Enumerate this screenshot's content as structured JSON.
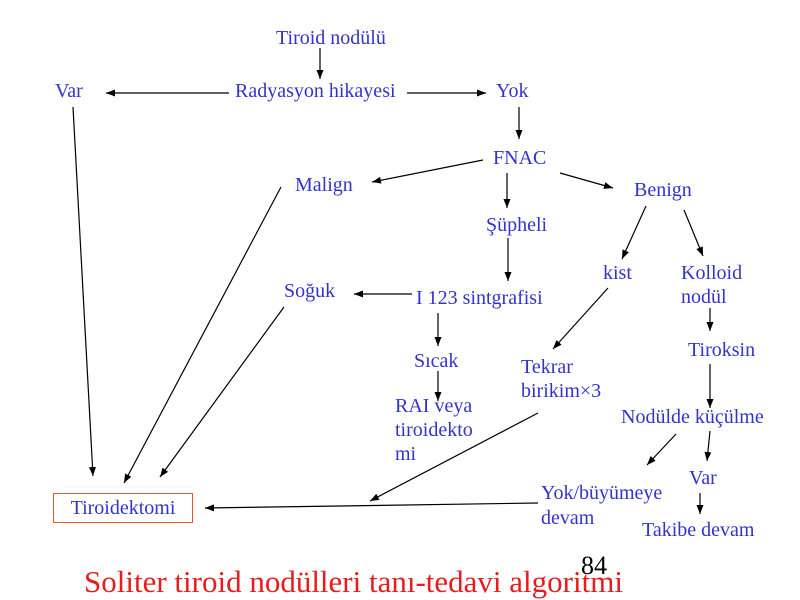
{
  "slide": {
    "title": "Soliter tiroid nodülleri tanı-tedavi algoritmi",
    "page_number": "84"
  },
  "colors": {
    "node_text": "#3333cc",
    "title": "#e81c1c",
    "box_border": "#e8562a",
    "arrow": "#000000"
  },
  "nodes": {
    "tiroid_nodulu": "Tiroid nodülü",
    "radyasyon_hikayesi": "Radyasyon hikayesi",
    "var_radyasyon": "Var",
    "yok_radyasyon": "Yok",
    "fnac": "FNAC",
    "malign": "Malign",
    "benign": "Benign",
    "supheli": "Şüpheli",
    "kist": "kist",
    "kolloid_nodul": [
      "Kolloid",
      "nodül"
    ],
    "soguk": "Soğuk",
    "i123_sintgrafisi": "I 123 sintgrafisi",
    "tiroksin": "Tiroksin",
    "sicak": "Sıcak",
    "tekrar_birikim": [
      "Tekrar",
      "birikim×3"
    ],
    "rai_veya_tiroidektomi": [
      "RAI veya",
      "tiroidekto",
      "mi"
    ],
    "nodulde_kuculme": "Nodülde küçülme",
    "var_kuculme": "Var",
    "yok_buyumeye_devam": [
      "Yok/büyümeye",
      "devam"
    ],
    "takibe_devam": "Takibe devam",
    "tiroidektomi": "Tiroidektomi"
  }
}
